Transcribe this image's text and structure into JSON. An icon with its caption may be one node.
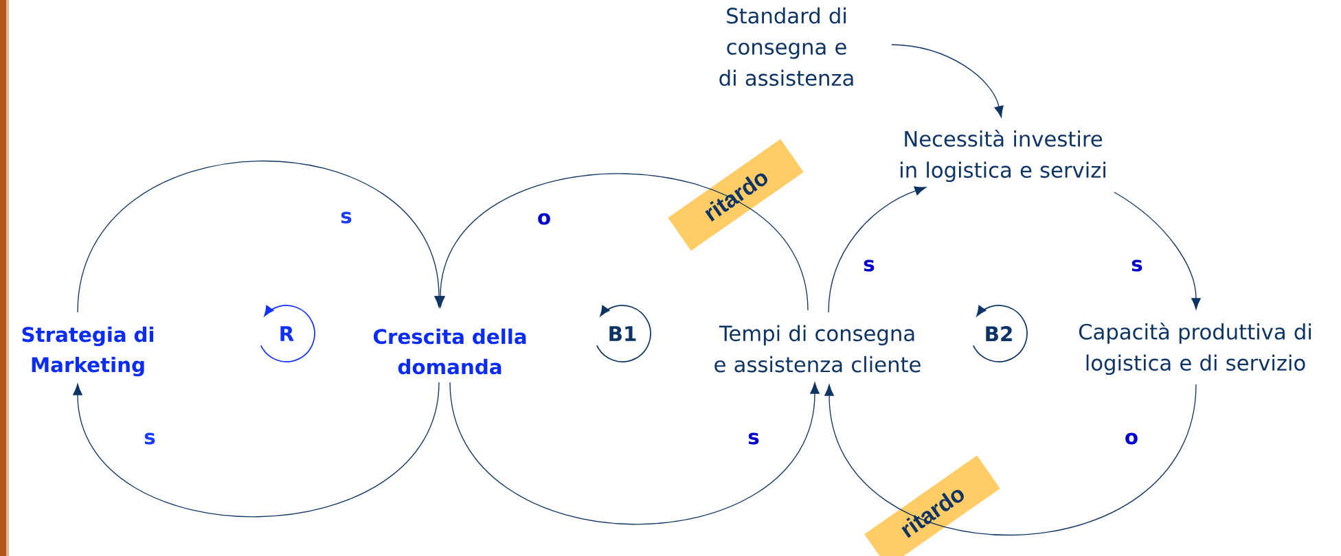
{
  "diagram": {
    "nodes": [
      {
        "text": [
          "Strategia di Marketing"
        ]
      },
      {
        "text": [
          "Crescita della domanda"
        ]
      },
      {
        "text": [
          "Tempi di consegna e assistenza cliente"
        ]
      },
      {
        "text": [
          "Capacità produttiva di logistica e di servizio"
        ]
      },
      {
        "text": [
          "Necessità investire in logistica e servizi"
        ]
      },
      {
        "text": [
          "Standard di consegna e di assistenza"
        ]
      }
    ],
    "edges": [
      {
        "from": 0,
        "to": 1,
        "arrow": "to",
        "label": "s"
      },
      {
        "from": 1,
        "to": 0,
        "arrow": "to",
        "label": "s"
      },
      {
        "from": 2,
        "to": 1,
        "arrow": "to",
        "label": "o"
      },
      {
        "from": 1,
        "to": 2,
        "arrow": "to",
        "label": "s"
      },
      {
        "from": 2,
        "to": 4,
        "arrow": "to",
        "label": "s"
      },
      {
        "from": 4,
        "to": 3,
        "arrow": "to",
        "label": "s"
      },
      {
        "from": 3,
        "to": 2,
        "arrow": "to",
        "label": "o"
      },
      {
        "from": 5,
        "to": 4,
        "arrow": "to"
      }
    ],
    "labels": [
      "ritardo",
      "R",
      "B1",
      "B2",
      "ritardo"
    ]
  }
}
